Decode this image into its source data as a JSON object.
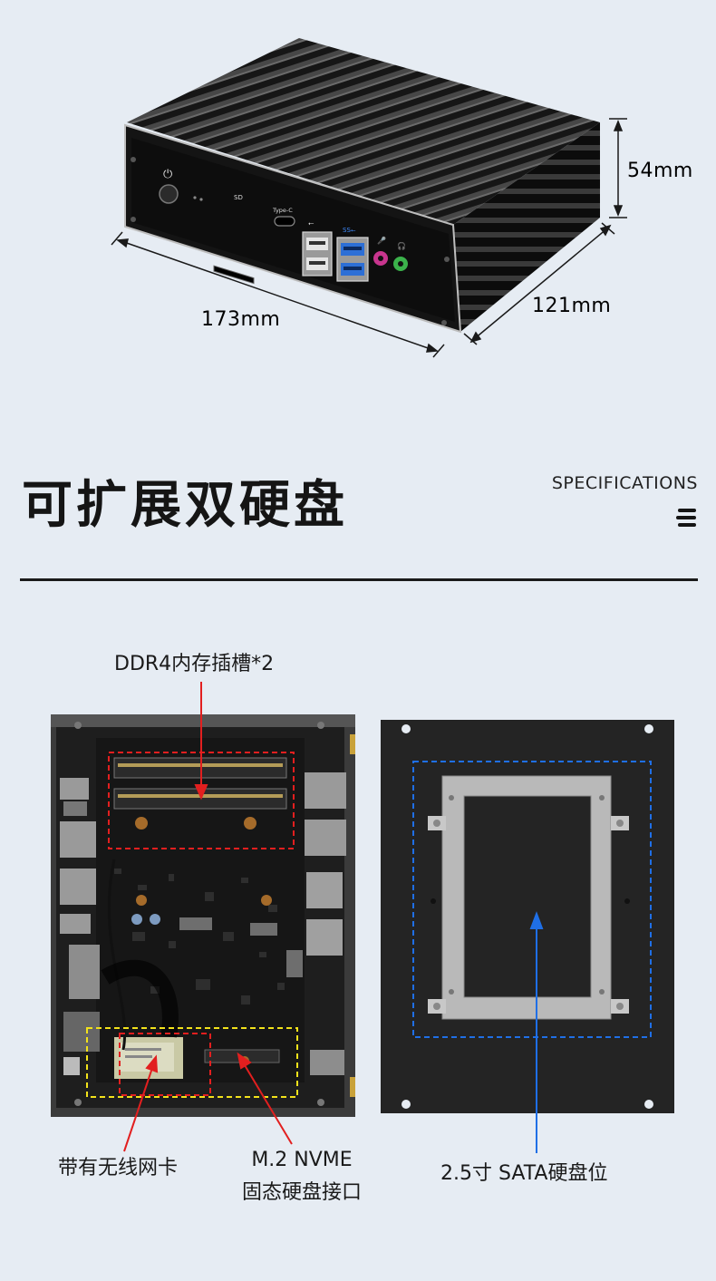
{
  "dimensions": {
    "height": "54mm",
    "width": "173mm",
    "depth": "121mm"
  },
  "front_panel": {
    "sd_label": "SD",
    "typec_label": "Type-C"
  },
  "header": {
    "title": "可扩展双硬盘",
    "subtitle": "SPECIFICATIONS",
    "menu_icon": "menu-icon"
  },
  "callouts": {
    "ddr4": "DDR4内存插槽*2",
    "wifi": "带有无线网卡",
    "m2_line1": "M.2 NVME",
    "m2_line2": "固态硬盘接口",
    "sata": "2.5寸 SATA硬盘位"
  },
  "colors": {
    "background": "#e6ecf3",
    "ddr4_box": "#e21f1f",
    "m2_box": "#f2e21b",
    "sata_box": "#1f6fe6"
  }
}
